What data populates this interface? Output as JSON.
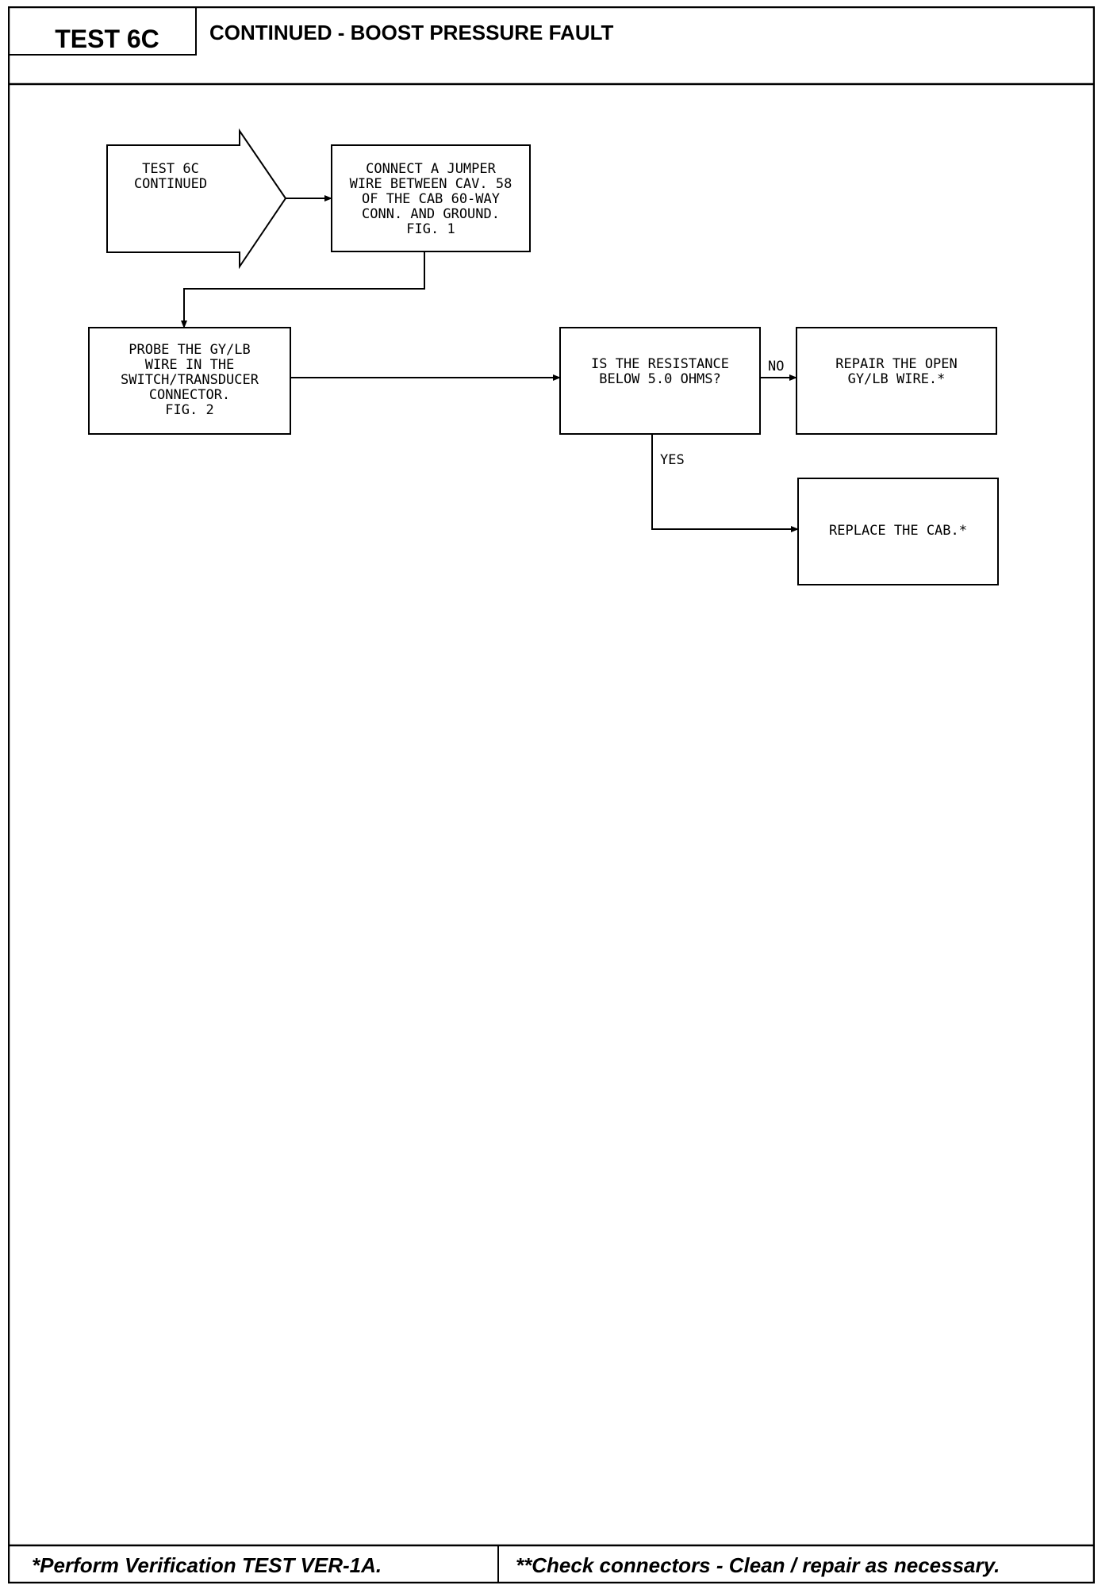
{
  "header": {
    "test_id": "TEST 6C",
    "title": "CONTINUED - BOOST PRESSURE FAULT"
  },
  "flowchart": {
    "nodes": {
      "start": "TEST 6C\nCONTINUED",
      "jumper": "CONNECT A JUMPER\nWIRE BETWEEN CAV. 58\nOF THE CAB 60-WAY\nCONN. AND GROUND.\nFIG. 1",
      "probe": "PROBE THE GY/LB\nWIRE IN THE\nSWITCH/TRANSDUCER\nCONNECTOR.\nFIG. 2",
      "question": "IS THE RESISTANCE\nBELOW 5.0 OHMS?",
      "repair": "REPAIR THE OPEN\nGY/LB WIRE.*",
      "replace": "REPLACE THE CAB.*"
    },
    "edge_labels": {
      "no": "NO",
      "yes": "YES"
    }
  },
  "footer": {
    "left_note": "*Perform Verification TEST VER-1A.",
    "right_note": "**Check connectors - Clean / repair as necessary."
  }
}
